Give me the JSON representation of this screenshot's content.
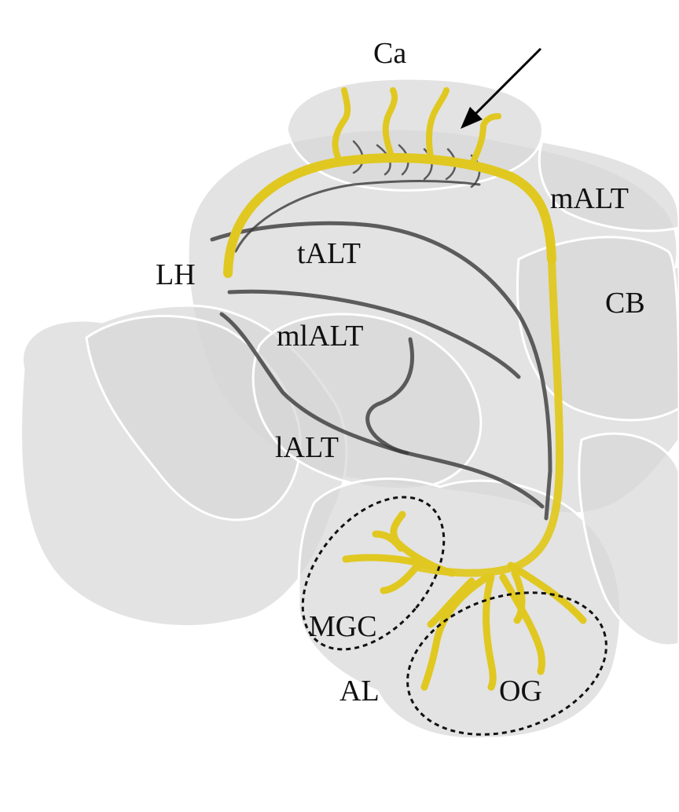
{
  "labels": {
    "ca": "Ca",
    "malt": "mALT",
    "talt": "tALT",
    "lh": "LH",
    "cb": "CB",
    "mlalt": "mlALT",
    "lalt": "lALT",
    "mgc": "MGC",
    "al": "AL",
    "og": "OG"
  },
  "colors": {
    "background": "#ffffff",
    "brain_fill": "#d6d6d6",
    "brain_outline": "#ffffff",
    "tract_primary": "#e0c821",
    "tract_secondary": "#3a3a3a",
    "dashed_outline": "#111111",
    "arrow": "#000000",
    "label_text": "#111111"
  },
  "icons": {
    "arrow": "arrow-icon"
  }
}
